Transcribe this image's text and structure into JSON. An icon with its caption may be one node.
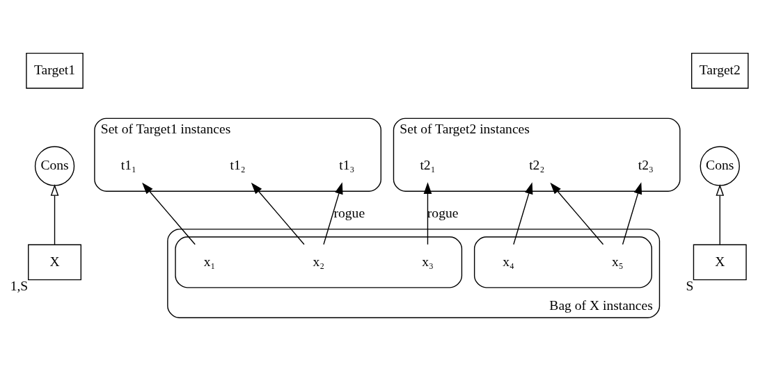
{
  "diagram": {
    "nodes": [
      {
        "text": [
          "Target1"
        ]
      },
      {
        "text": [
          "Cons"
        ]
      },
      {
        "text": [
          "X"
        ],
        "beside": [
          "1,S"
        ]
      },
      {
        "text": [
          "Set of Target1 instances"
        ]
      },
      {
        "text": [
          "t1₁"
        ],
        "in": 3
      },
      {
        "text": [
          "t1₂"
        ],
        "in": 3
      },
      {
        "text": [
          "t1₃"
        ],
        "in": 3
      },
      {
        "text": [
          "Set of Target2 instances"
        ]
      },
      {
        "text": [
          "t2₁"
        ],
        "in": 7
      },
      {
        "text": [
          "t2₂"
        ],
        "in": 7
      },
      {
        "text": [
          "t2₃"
        ],
        "in": 7
      },
      {
        "text": [
          "Bag of X instances"
        ]
      },
      {
        "text": [],
        "shape": "ellipse",
        "in": 11
      },
      {
        "text": [
          "x₁"
        ],
        "in": 12
      },
      {
        "text": [
          "x₂"
        ],
        "in": 12
      },
      {
        "text": [
          "x₃"
        ],
        "in": 12
      },
      {
        "text": [],
        "shape": "ellipse",
        "in": 11
      },
      {
        "text": [
          "x₄"
        ],
        "in": 16
      },
      {
        "text": [
          "x₅"
        ],
        "in": 16
      },
      {
        "text": [
          "Target2"
        ]
      },
      {
        "text": [
          "Cons"
        ]
      },
      {
        "text": [
          "X"
        ],
        "beside": [
          "S"
        ]
      }
    ],
    "edges": [
      {
        "from": 2,
        "to": 1,
        "arrow": "to"
      },
      {
        "from": 13,
        "to": 4,
        "arrow": "to"
      },
      {
        "from": 14,
        "to": 5,
        "arrow": "to"
      },
      {
        "from": 14,
        "to": 6,
        "arrow": "to",
        "label": "rogue"
      },
      {
        "from": 15,
        "to": 8,
        "arrow": "to",
        "label": "rogue"
      },
      {
        "from": 17,
        "to": 9,
        "arrow": "to"
      },
      {
        "from": 18,
        "to": 9,
        "arrow": "to"
      },
      {
        "from": 18,
        "to": 10,
        "arrow": "to"
      },
      {
        "from": 21,
        "to": 20,
        "arrow": "to"
      }
    ]
  }
}
